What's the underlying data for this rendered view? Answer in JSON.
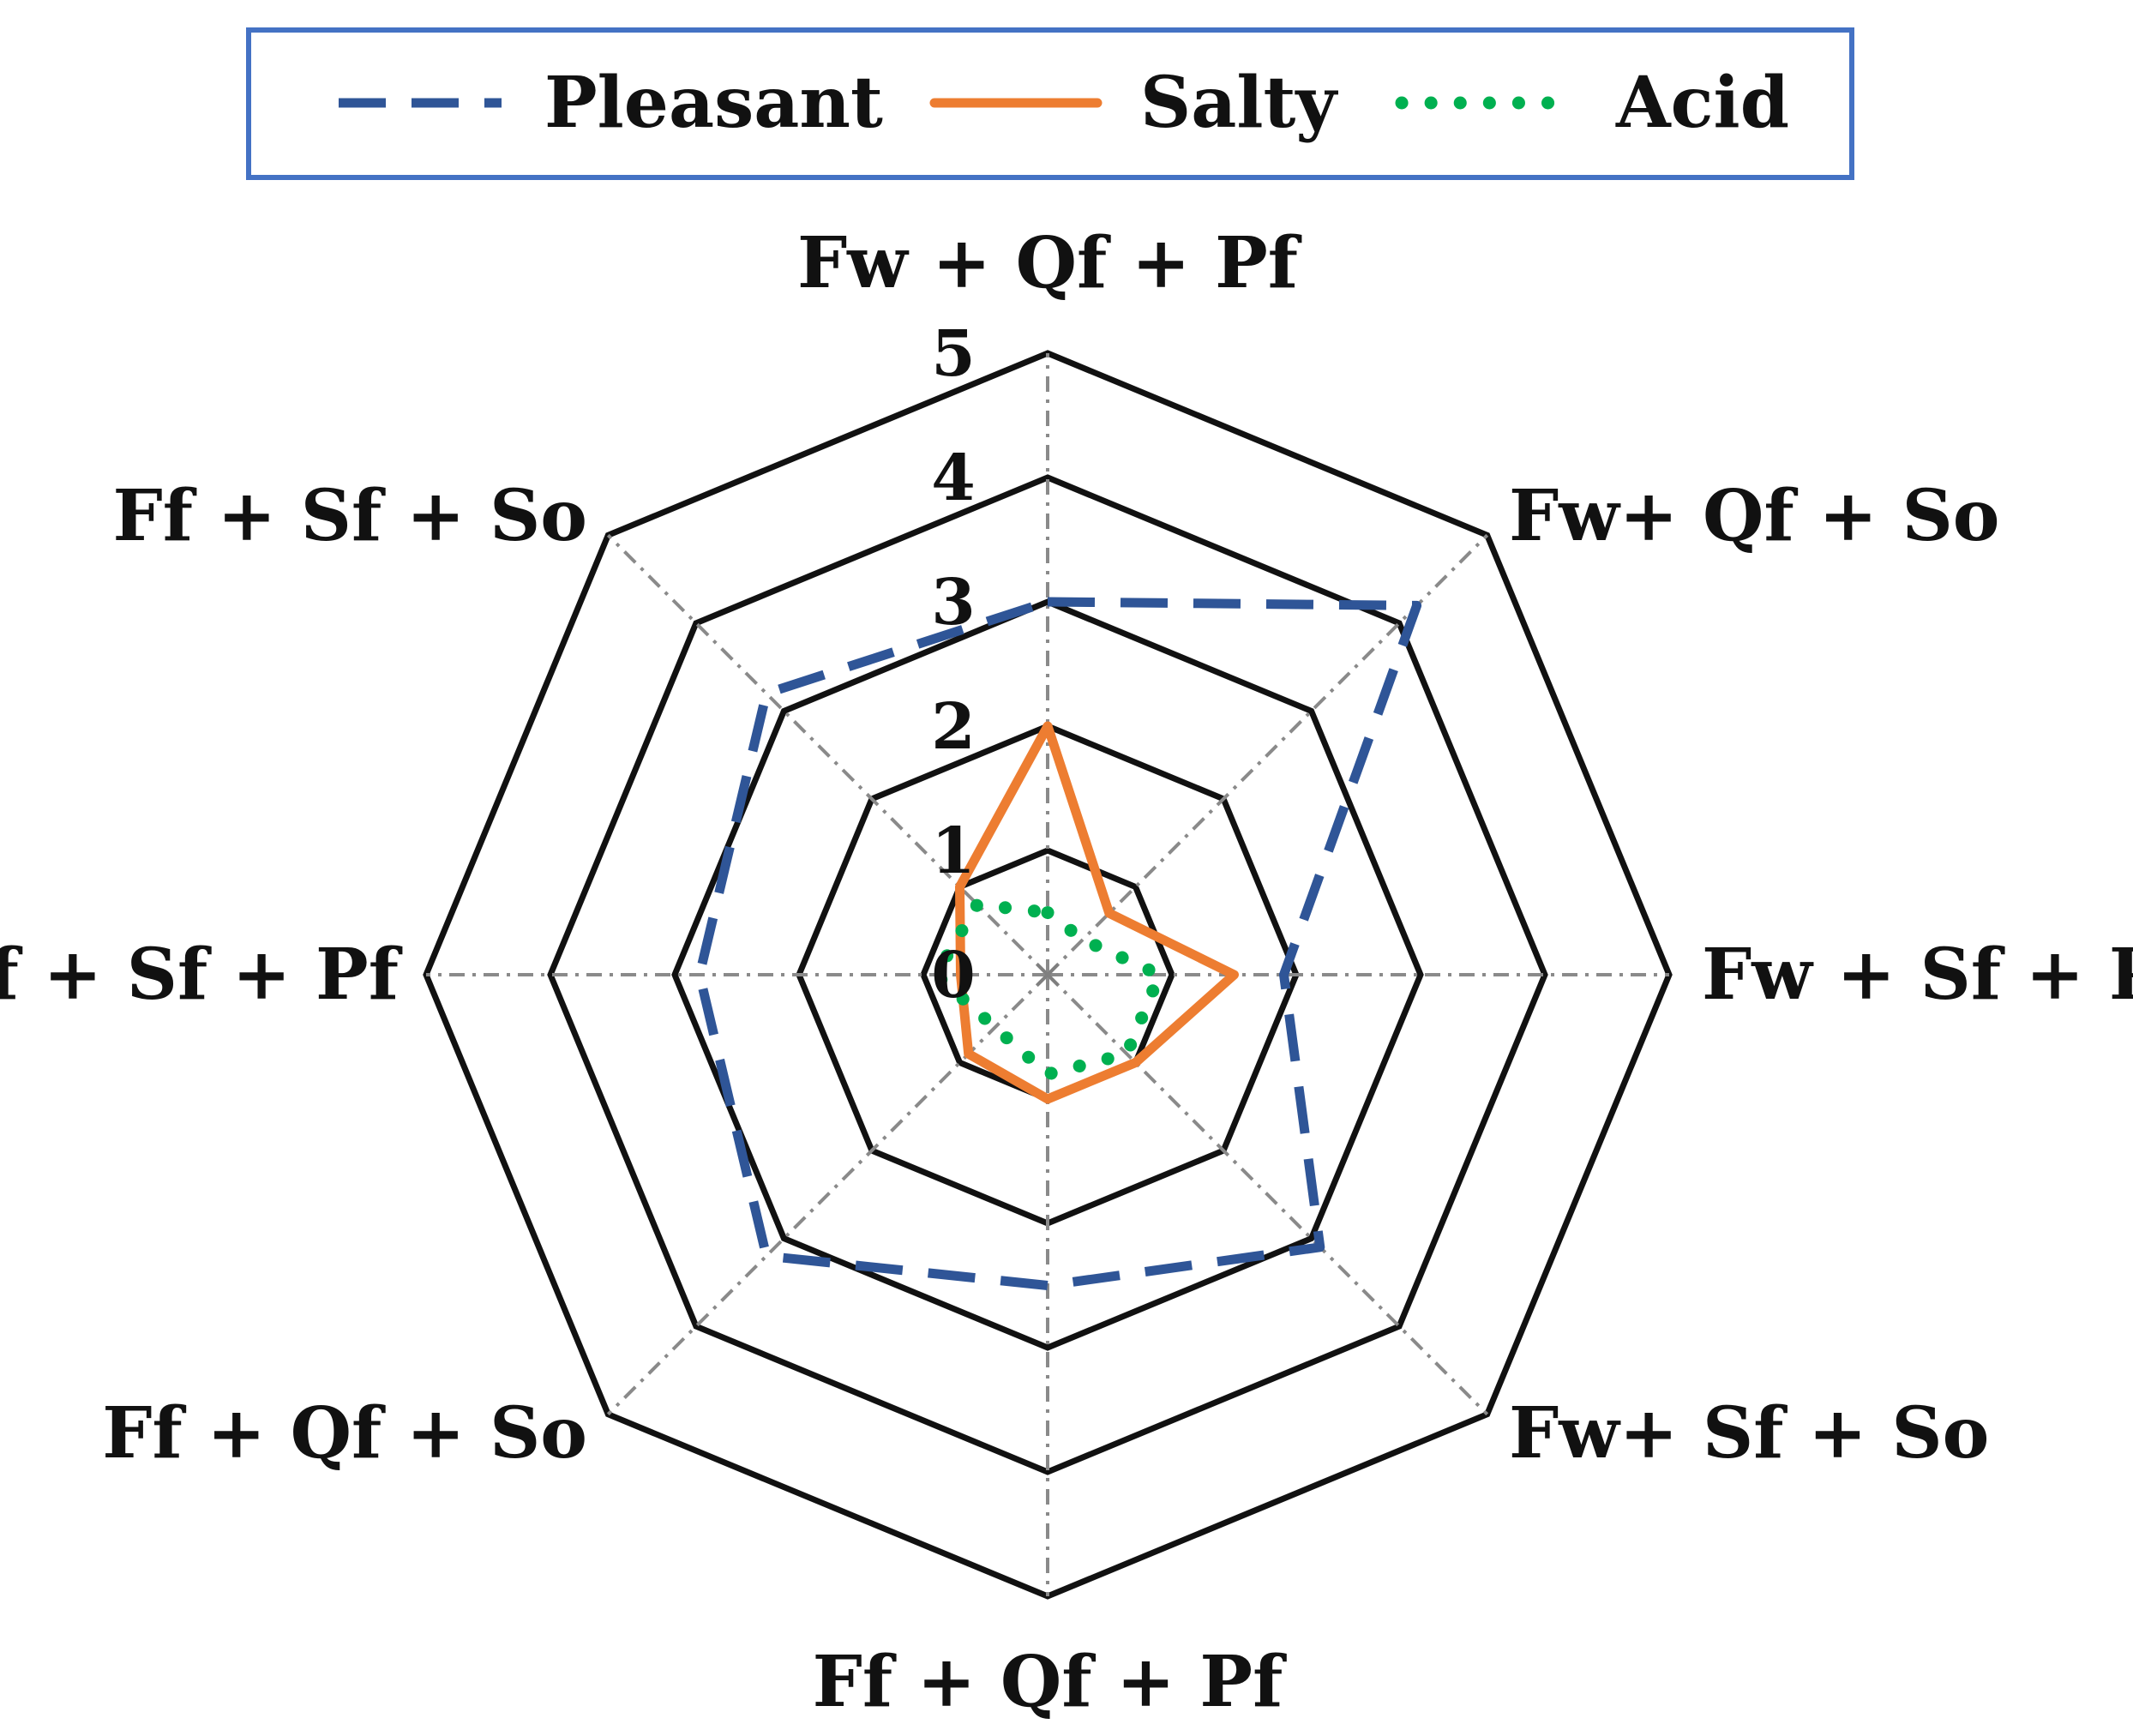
{
  "chart_data": {
    "type": "radar",
    "title": "",
    "axes": [
      "Fw + Qf + Pf",
      "Fw+ Qf + So",
      "Fw + Sf + Pf",
      "Fw+ Sf + So",
      "Ff + Qf + Pf",
      "Ff + Qf + So",
      "Ff + Sf + Pf",
      "Ff + Sf + So"
    ],
    "r_ticks": [
      "0",
      "1",
      "2",
      "3",
      "4",
      "5"
    ],
    "r_range": [
      0,
      5
    ],
    "grid": true,
    "legend_position": "top",
    "series": [
      {
        "name": "Pleasant",
        "values": [
          3.0,
          4.2,
          1.9,
          3.1,
          2.5,
          3.2,
          2.8,
          3.2
        ],
        "color": "#2f5597",
        "style": "dashed"
      },
      {
        "name": "Salty",
        "values": [
          2.0,
          0.7,
          1.5,
          1.0,
          1.0,
          0.9,
          0.7,
          1.0
        ],
        "color": "#ed7d31",
        "style": "solid"
      },
      {
        "name": "Acid",
        "values": [
          0.5,
          0.4,
          0.9,
          0.9,
          0.8,
          0.6,
          0.9,
          0.8
        ],
        "color": "#00b050",
        "style": "dotted"
      }
    ]
  }
}
